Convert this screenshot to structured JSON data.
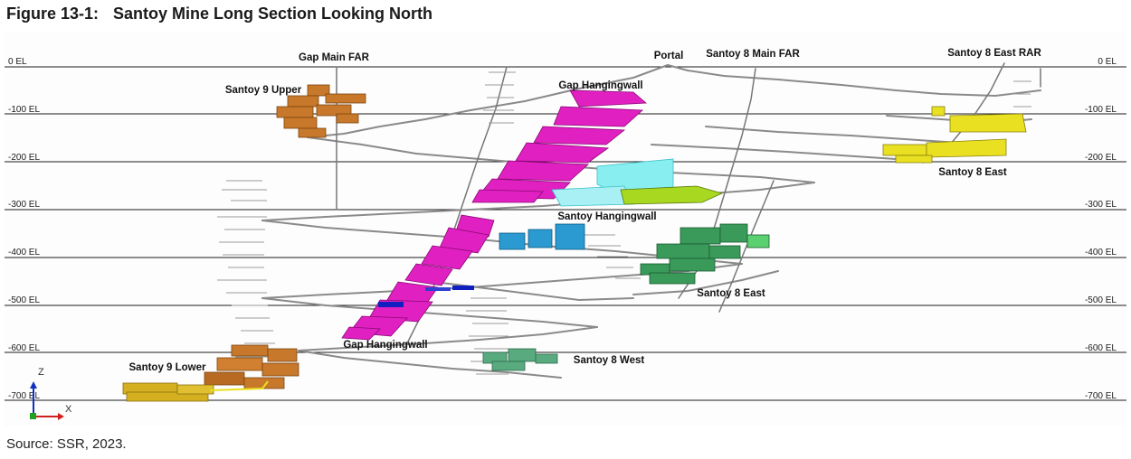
{
  "figure": {
    "number": "Figure 13-1:",
    "title": "Santoy Mine Long Section Looking North",
    "source": "Source: SSR, 2023."
  },
  "elevations": [
    "0 EL",
    "-100 EL",
    "-200 EL",
    "-300 EL",
    "-400 EL",
    "-500 EL",
    "-600 EL",
    "-700 EL"
  ],
  "labels": {
    "gap_main_far": "Gap Main FAR",
    "portal": "Portal",
    "santoy8_main_far": "Santoy 8 Main FAR",
    "santoy8_east_rar": "Santoy 8 East RAR",
    "santoy9_upper": "Santoy 9 Upper",
    "gap_hangingwall_upper": "Gap Hangingwall",
    "santoy8_east_upper": "Santoy 8 East",
    "santoy_hangingwall": "Santoy Hangingwall",
    "santoy8_east_lower": "Santoy 8 East",
    "gap_hangingwall_lower": "Gap Hangingwall",
    "santoy8_west": "Santoy 8 West",
    "santoy9_lower": "Santoy 9 Lower"
  },
  "axes": {
    "z": "Z",
    "x": "X"
  },
  "colors": {
    "santoy9": "#c8782a",
    "gap_hangingwall": "#e020c0",
    "santoy8_east_upper": "#e8e020",
    "santoy_hangingwall_cyan": "#88eef0",
    "santoy_hangingwall_blue": "#2a9ad0",
    "santoy_hangingwall_green": "#a8d820",
    "santoy8_east_lower": "#3a9a5a",
    "santoy8_west": "#5aaa80",
    "santoy9_lower_yellow": "#d4b020",
    "development": "#8a8a8a",
    "blue_drift": "#1020c0"
  }
}
